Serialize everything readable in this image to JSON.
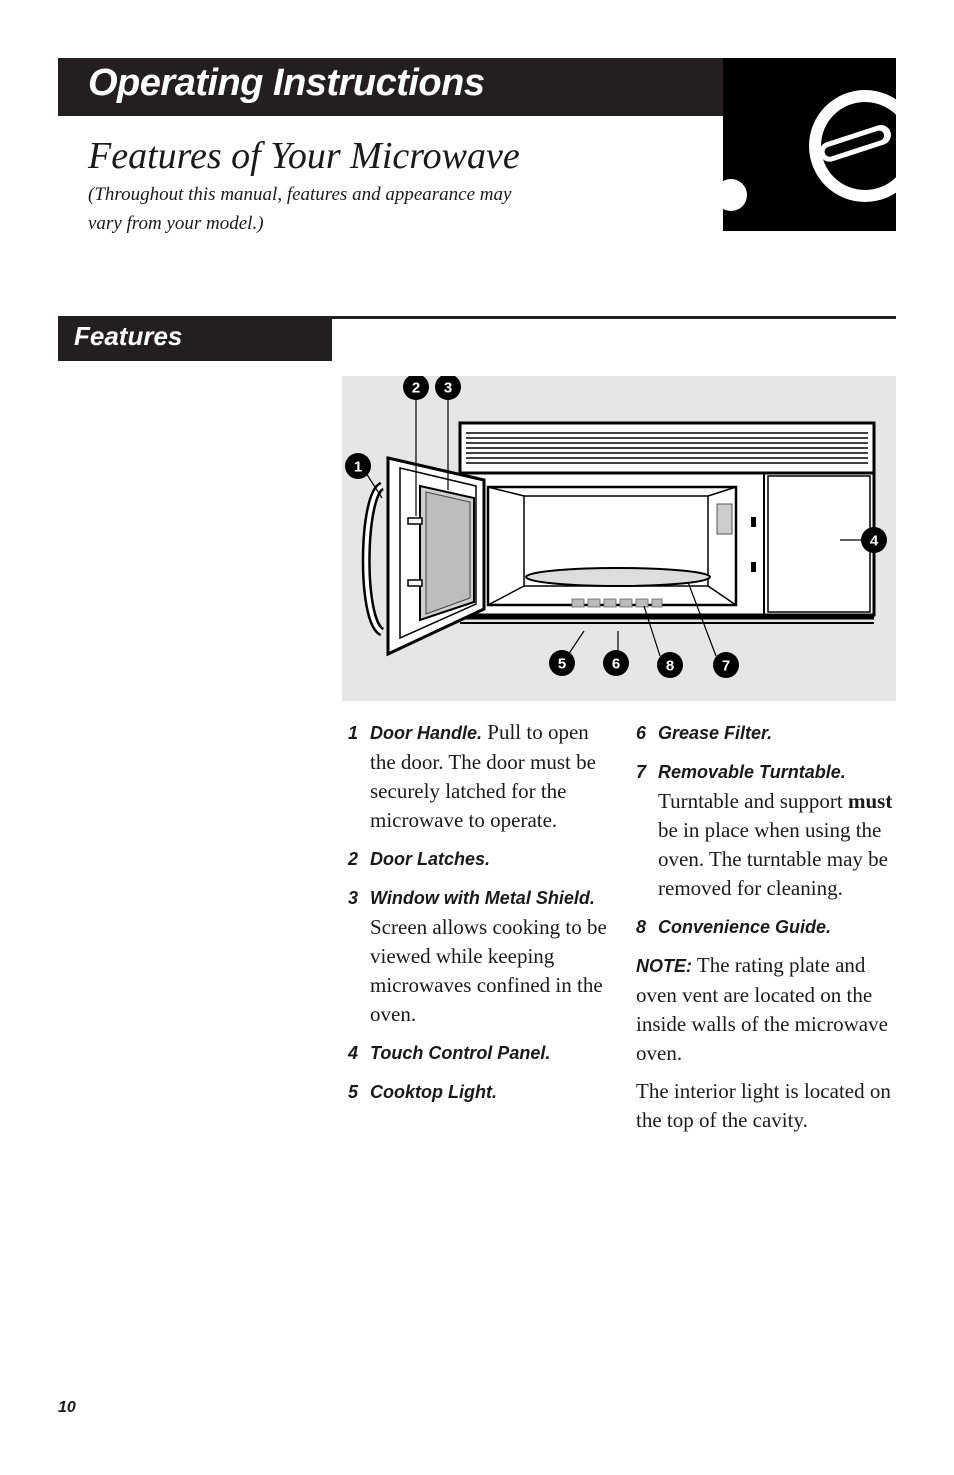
{
  "header": {
    "title": "Operating Instructions"
  },
  "page": {
    "heading": "Features of Your Microwave",
    "subheading": "(Throughout this manual, features and appearance may vary from your model.)"
  },
  "section": {
    "title": "Features"
  },
  "diagram": {
    "callouts": [
      "1",
      "2",
      "3",
      "4",
      "5",
      "6",
      "7",
      "8"
    ],
    "icon": "microwave-dial-icon"
  },
  "items": [
    {
      "num": "1",
      "label": "Door Handle.",
      "text": " Pull to open the door. The door must be securely latched for the microwave to operate."
    },
    {
      "num": "2",
      "label": "Door Latches.",
      "text": ""
    },
    {
      "num": "3",
      "label": "Window with Metal Shield.",
      "text": " Screen allows cooking to be viewed while keeping microwaves confined in the oven."
    },
    {
      "num": "4",
      "label": "Touch Control Panel.",
      "text": ""
    },
    {
      "num": "5",
      "label": "Cooktop Light.",
      "text": ""
    },
    {
      "num": "6",
      "label": "Grease Filter.",
      "text": ""
    },
    {
      "num": "7",
      "label": "Removable Turntable.",
      "text": " Turntable and support ",
      "bold": "must",
      "text2": " be in place when using the oven. The turntable may be removed for cleaning."
    },
    {
      "num": "8",
      "label": "Convenience Guide.",
      "text": ""
    }
  ],
  "note": {
    "label": "NOTE:",
    "text": " The rating plate and oven vent are located on the inside walls of the microwave oven."
  },
  "interior_light": "The interior light is located on the top of the cavity.",
  "page_number": "10"
}
